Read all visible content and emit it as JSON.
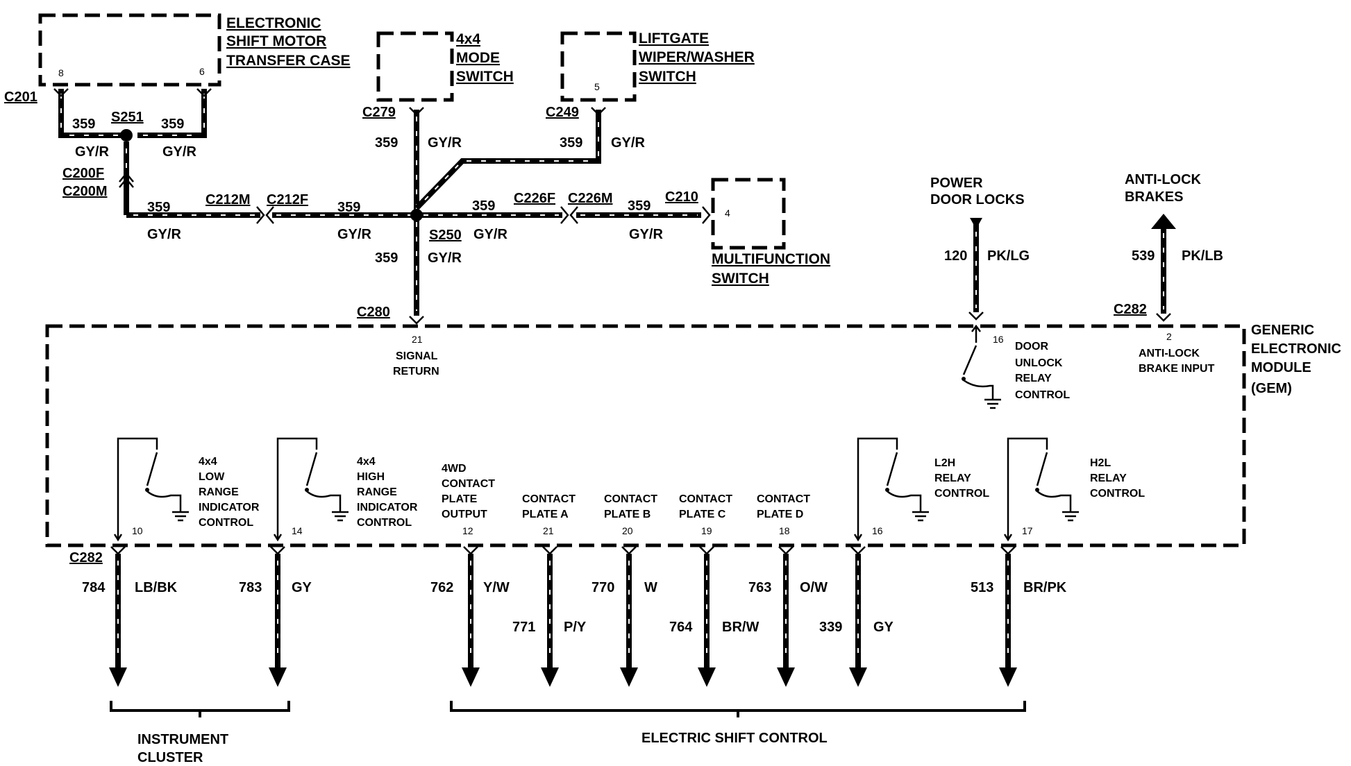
{
  "components": {
    "shift_motor": [
      "ELECTRONIC",
      "SHIFT MOTOR",
      "TRANSFER CASE"
    ],
    "mode_switch": [
      "4x4",
      "MODE",
      "SWITCH"
    ],
    "liftgate_switch": [
      "LIFTGATE",
      "WIPER/WASHER",
      "SWITCH"
    ],
    "multifunction_switch": [
      "MULTIFUNCTION",
      "SWITCH"
    ],
    "gem": [
      "GENERIC",
      "ELECTRONIC",
      "MODULE",
      "(GEM)"
    ],
    "power_door_locks": [
      "POWER",
      "DOOR LOCKS"
    ],
    "anti_lock_brakes": [
      "ANTI-LOCK",
      "BRAKES"
    ]
  },
  "connectors": {
    "c201": "C201",
    "c200f": "C200F",
    "c200m": "C200M",
    "s251": "S251",
    "c212m": "C212M",
    "c212f": "C212F",
    "c279": "C279",
    "c249": "C249",
    "s250": "S250",
    "c226f": "C226F",
    "c226m": "C226M",
    "c210": "C210",
    "c280": "C280",
    "c282_top": "C282",
    "c282_bottom": "C282"
  },
  "wires": {
    "circuit_359": "359",
    "color_gyr": "GY/R",
    "circuit_120": "120",
    "color_120": "PK/LG",
    "circuit_539": "539",
    "color_539": "PK/LB"
  },
  "pins": {
    "motor_8": "8",
    "motor_6": "6",
    "liftgate_5": "5",
    "multi_4": "4",
    "gem_21": "21",
    "gem_16_top": "16",
    "gem_2": "2"
  },
  "gem_inputs": {
    "signal_return": [
      "SIGNAL",
      "RETURN"
    ],
    "door_unlock": [
      "DOOR",
      "UNLOCK",
      "RELAY",
      "CONTROL"
    ],
    "anti_lock_input": [
      "ANTI-LOCK",
      "BRAKE INPUT"
    ]
  },
  "gem_outputs": [
    {
      "pin": "10",
      "circuit": "784",
      "color": "LB/BK",
      "label": [
        "4x4",
        "LOW",
        "RANGE",
        "INDICATOR",
        "CONTROL"
      ]
    },
    {
      "pin": "14",
      "circuit": "783",
      "color": "GY",
      "label": [
        "4x4",
        "HIGH",
        "RANGE",
        "INDICATOR",
        "CONTROL"
      ]
    },
    {
      "pin": "12",
      "circuit": "762",
      "color": "Y/W",
      "label": [
        "4WD",
        "CONTACT",
        "PLATE",
        "OUTPUT"
      ]
    },
    {
      "pin": "21",
      "circuit": "771",
      "color": "P/Y",
      "label": [
        "CONTACT",
        "PLATE A"
      ]
    },
    {
      "pin": "20",
      "circuit": "770",
      "color": "W",
      "label": [
        "CONTACT",
        "PLATE B"
      ]
    },
    {
      "pin": "19",
      "circuit": "764",
      "color": "BR/W",
      "label": [
        "CONTACT",
        "PLATE C"
      ]
    },
    {
      "pin": "18",
      "circuit": "763",
      "color": "O/W",
      "label": [
        "CONTACT",
        "PLATE D"
      ]
    },
    {
      "pin": "16",
      "circuit": "339",
      "color": "GY",
      "label": [
        "L2H",
        "RELAY",
        "CONTROL"
      ]
    },
    {
      "pin": "17",
      "circuit": "513",
      "color": "BR/PK",
      "label": [
        "H2L",
        "RELAY",
        "CONTROL"
      ]
    }
  ],
  "groups": {
    "instrument_cluster": [
      "INSTRUMENT",
      "CLUSTER"
    ],
    "electric_shift_control": "ELECTRIC SHIFT CONTROL"
  }
}
